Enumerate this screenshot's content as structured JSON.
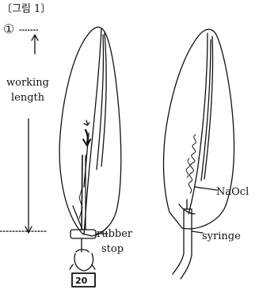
{
  "figure": {
    "title": "〔그림 1〕",
    "step_marker": "①"
  },
  "left_diagram": {
    "labels": {
      "working_length_line1": "working",
      "working_length_line2": "length",
      "rubber_stop_line1": "rubber",
      "rubber_stop_line2": "stop",
      "file_size": "20"
    }
  },
  "right_diagram": {
    "labels": {
      "irrigant": "NaOcl",
      "syringe": "syringe"
    }
  }
}
